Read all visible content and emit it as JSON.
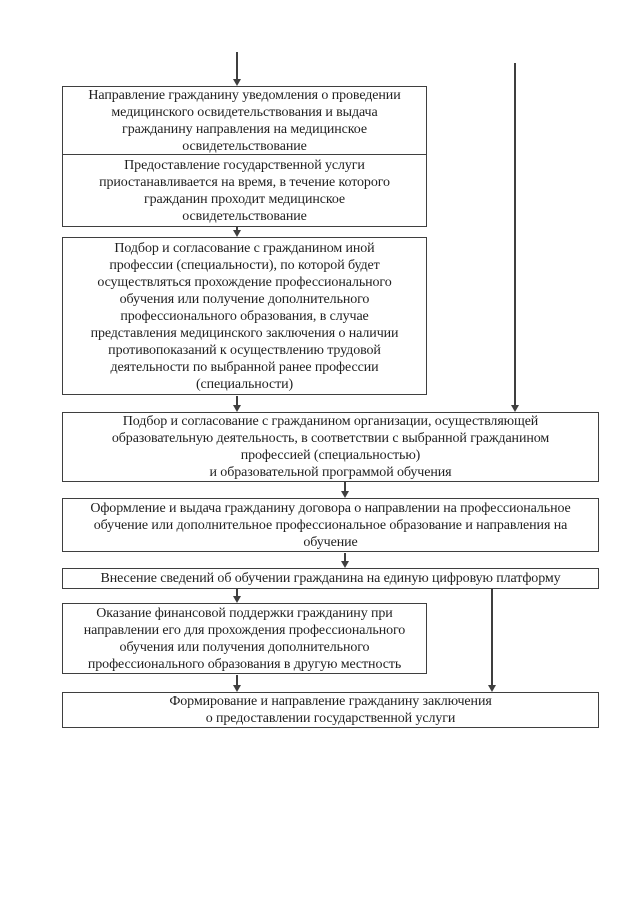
{
  "colors": {
    "ink": "#1f1f1f",
    "line": "#3f3f3f",
    "bg": "#ffffff"
  },
  "flowchart": {
    "boxes": [
      {
        "id": "medical-notification",
        "lines": [
          "Направление гражданину уведомления о проведении",
          "медицинского освидетельствования и выдача",
          "гражданину направления на медицинское",
          "освидетельствование"
        ]
      },
      {
        "id": "service-suspension",
        "lines": [
          "Предоставление государственной услуги",
          "приостанавливается на время, в течение которого",
          "гражданин проходит медицинское",
          "освидетельствование"
        ]
      },
      {
        "id": "alt-profession-selection",
        "lines": [
          "Подбор и согласование с гражданином иной",
          "профессии (специальности), по которой будет",
          "осуществляться прохождение профессионального",
          "обучения или получение дополнительного",
          "профессионального образования, в случае",
          "представления медицинского заключения о наличии",
          "противопоказаний к осуществлению трудовой",
          "деятельности по выбранной ранее профессии",
          "(специальности)"
        ]
      },
      {
        "id": "education-org-selection",
        "lines": [
          "Подбор и согласование с гражданином организации, осуществляющей",
          "образовательную деятельность, в соответствии с выбранной гражданином",
          "профессией (специальностью)",
          "и образовательной программой обучения"
        ]
      },
      {
        "id": "contract-issuance",
        "lines": [
          "Оформление и выдача гражданину договора о направлении на профессиональное",
          "обучение или дополнительное профессиональное образование и направления на",
          "обучение"
        ]
      },
      {
        "id": "platform-record",
        "lines": [
          "Внесение сведений об обучении гражданина на единую цифровую платформу"
        ]
      },
      {
        "id": "financial-support",
        "lines": [
          "Оказание финансовой поддержки гражданину при",
          "направлении его для прохождения профессионального",
          "обучения или получения дополнительного",
          "профессионального образования в другую местность"
        ]
      },
      {
        "id": "final-conclusion",
        "lines": [
          "Формирование и направление гражданину заключения",
          "о предоставлении государственной услуги"
        ]
      }
    ],
    "connectors": [
      {
        "from": "start",
        "to": "medical-notification"
      },
      {
        "from": "start-bypass",
        "to": "education-org-selection"
      },
      {
        "from": "service-suspension",
        "to": "alt-profession-selection"
      },
      {
        "from": "alt-profession-selection",
        "to": "education-org-selection"
      },
      {
        "from": "education-org-selection",
        "to": "contract-issuance"
      },
      {
        "from": "contract-issuance",
        "to": "platform-record"
      },
      {
        "from": "platform-record",
        "to": "financial-support"
      },
      {
        "from": "platform-record",
        "to": "final-conclusion"
      },
      {
        "from": "financial-support",
        "to": "final-conclusion"
      }
    ]
  }
}
